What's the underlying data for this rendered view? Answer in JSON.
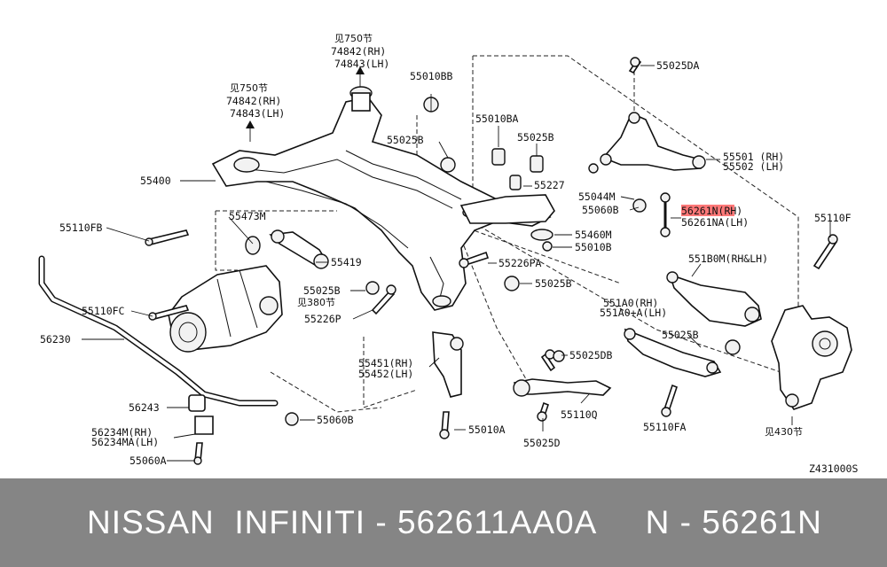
{
  "labels": {
    "ref750_a": "见750节",
    "ref750_a_rh": "74842(RH)",
    "ref750_a_lh": "74843(LH)",
    "ref750_b": "见750节",
    "ref750_b_rh": "74842(RH)",
    "ref750_b_lh": "74843(LH)",
    "p55025DA": "55025DA",
    "p55010BB": "55010BB",
    "p55010BA": "55010BA",
    "p55025B_1": "55025B",
    "p55025B_2": "55025B",
    "p55501": "55501 (RH)",
    "p55502": "55502 (LH)",
    "p55400": "55400",
    "p55227": "55227",
    "p55044M": "55044M",
    "p55060B_1": "55060B",
    "p56261N": "56261N(RH)",
    "p56261NA": "56261NA(LH)",
    "p55110F": "55110F",
    "p55110FB": "55110FB",
    "p55473M": "55473M",
    "p55460M": "55460M",
    "p55010B": "55010B",
    "p55419": "55419",
    "p55226PA": "55226PA",
    "p551B0M": "551B0M(RH&LH)",
    "p55025B_3": "55025B",
    "p55025B_4": "55025B",
    "p55110FC": "55110FC",
    "ref380": "见380节",
    "p551A0": "551A0(RH)",
    "p551A0A": "551A0+A(LH)",
    "p55226P": "55226P",
    "p56230": "56230",
    "p55025B_5": "55025B",
    "p55025DB": "55025DB",
    "p55451": "55451(RH)",
    "p55452": "55452(LH)",
    "p56243": "56243",
    "p55110Q": "55110Q",
    "p55060B_2": "55060B",
    "p56234M": "56234M(RH)",
    "p56234MA": "56234MA(LH)",
    "p55010A": "55010A",
    "p55025D": "55025D",
    "p55110FA": "55110FA",
    "ref430": "见430节",
    "p55060A": "55060A",
    "code": "Z431000S"
  },
  "highlight_color": "#ff6060",
  "footer": {
    "text": "NISSAN  INFINITI - 562611AA0A     N - 56261N",
    "background": "#858585",
    "color": "#ffffff"
  }
}
